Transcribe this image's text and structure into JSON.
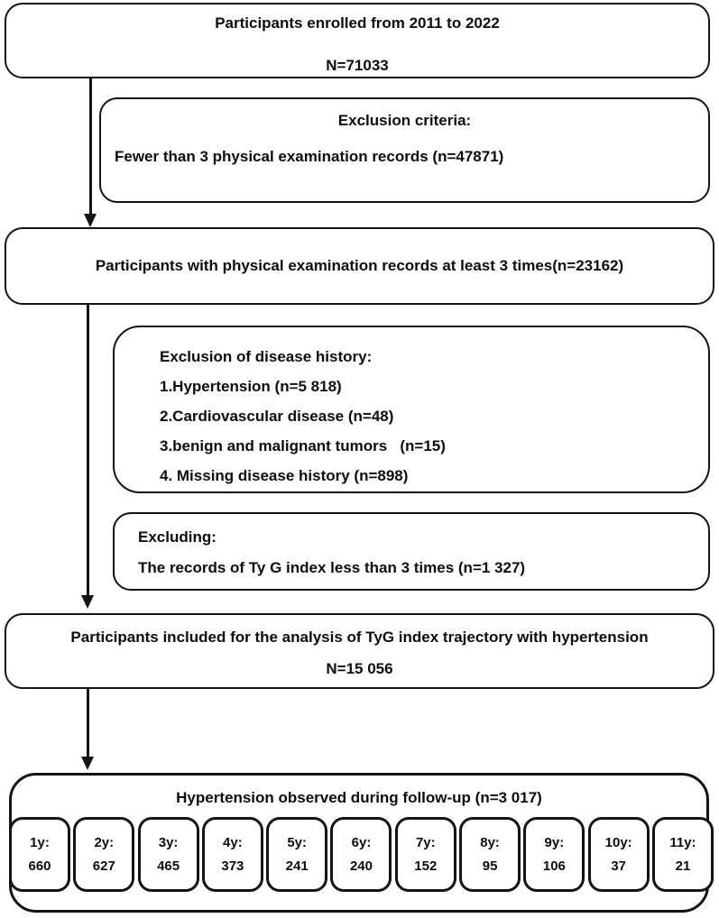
{
  "colors": {
    "line": "#141414",
    "background": "#ffffff",
    "text": "#0d0d0d"
  },
  "flow": {
    "enrolled": {
      "title": "Participants enrolled from 2011 to 2022",
      "count": "N=71033"
    },
    "exclusion_records": {
      "title": "Exclusion criteria:",
      "detail": "Fewer than 3 physical examination records (n=47871)"
    },
    "exam_three_times": {
      "title": "Participants with physical examination records at least 3 times(n=23162)"
    },
    "exclusion_disease": {
      "title": "Exclusion of disease history:",
      "items": [
        "1.Hypertension (n=5 818)",
        "2.Cardiovascular disease (n=48)",
        "3.benign and malignant tumors   (n=15)",
        "4. Missing disease history (n=898)"
      ]
    },
    "exclusion_tyg": {
      "title": "Excluding:",
      "detail": "The records of Ty G index less than 3 times (n=1 327)"
    },
    "included": {
      "title": "Participants included for the analysis of TyG index trajectory with hypertension",
      "count": "N=15 056"
    },
    "followup": {
      "title": "Hypertension observed during follow-up (n=3 017)",
      "years": [
        {
          "label": "1y:",
          "value": "660"
        },
        {
          "label": "2y:",
          "value": "627"
        },
        {
          "label": "3y:",
          "value": "465"
        },
        {
          "label": "4y:",
          "value": "373"
        },
        {
          "label": "5y:",
          "value": "241"
        },
        {
          "label": "6y:",
          "value": "240"
        },
        {
          "label": "7y:",
          "value": "152"
        },
        {
          "label": "8y:",
          "value": "95"
        },
        {
          "label": "9y:",
          "value": "106"
        },
        {
          "label": "10y:",
          "value": "37"
        },
        {
          "label": "11y:",
          "value": "21"
        }
      ]
    }
  }
}
